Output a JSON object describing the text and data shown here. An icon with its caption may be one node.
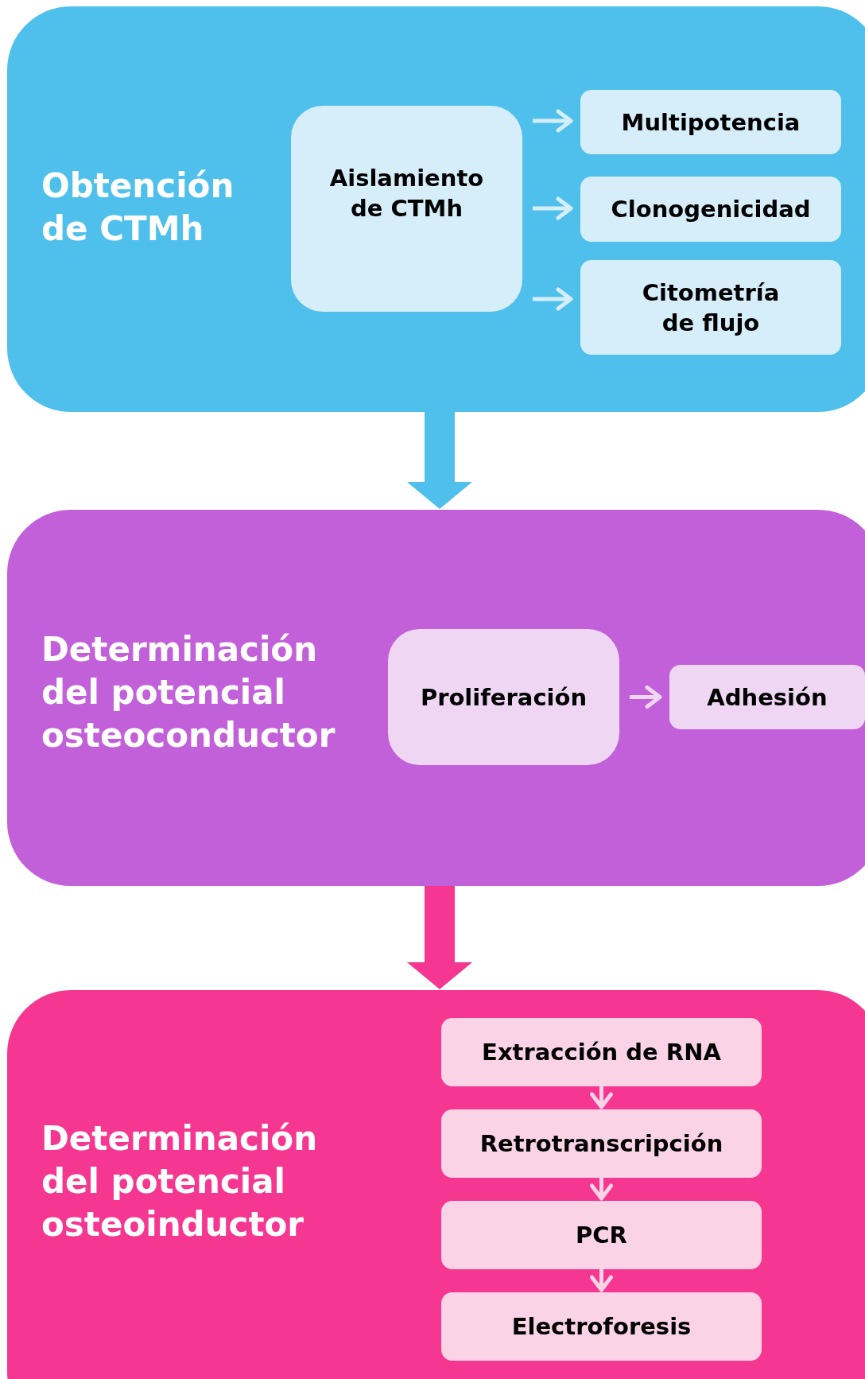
{
  "diagram": {
    "nodes": [
      {
        "text": [
          "Obtención de CTMh"
        ]
      },
      {
        "text": [
          "Aislamiento de CTMh"
        ],
        "in": 0
      },
      {
        "text": [
          "Multipotencia"
        ],
        "in": 0
      },
      {
        "text": [
          "Clonogenicidad"
        ],
        "in": 0
      },
      {
        "text": [
          "Citometría de flujo"
        ],
        "in": 0
      },
      {
        "text": [
          "Determinación del potencial osteoconductor"
        ]
      },
      {
        "text": [
          "Proliferación"
        ],
        "in": 5
      },
      {
        "text": [
          "Adhesión"
        ],
        "in": 5
      },
      {
        "text": [
          "Determinación del potencial osteoinductor"
        ]
      },
      {
        "text": [
          "Extracción de RNA"
        ],
        "in": 8
      },
      {
        "text": [
          "Retrotranscripción"
        ],
        "in": 8
      },
      {
        "text": [
          "PCR"
        ],
        "in": 8
      },
      {
        "text": [
          "Electroforesis"
        ],
        "in": 8
      }
    ],
    "edges": [
      {
        "from": 1,
        "to": 2,
        "arrow": "to",
        "color": "#d6eef9"
      },
      {
        "from": 1,
        "to": 3,
        "arrow": "to",
        "color": "#d6eef9"
      },
      {
        "from": 1,
        "to": 4,
        "arrow": "to",
        "color": "#d6eef9"
      },
      {
        "from": 0,
        "to": 5,
        "arrow": "to",
        "style": "thick",
        "color": "#4fc0ec"
      },
      {
        "from": 6,
        "to": 7,
        "arrow": "to",
        "color": "#efd7f4"
      },
      {
        "from": 5,
        "to": 8,
        "arrow": "to",
        "style": "thick",
        "color": "#f53791"
      },
      {
        "from": 9,
        "to": 10,
        "arrow": "to",
        "color": "#fbd3e7"
      },
      {
        "from": 10,
        "to": 11,
        "arrow": "to",
        "color": "#fbd3e7"
      },
      {
        "from": 11,
        "to": 12,
        "arrow": "to",
        "color": "#fbd3e7"
      }
    ]
  }
}
